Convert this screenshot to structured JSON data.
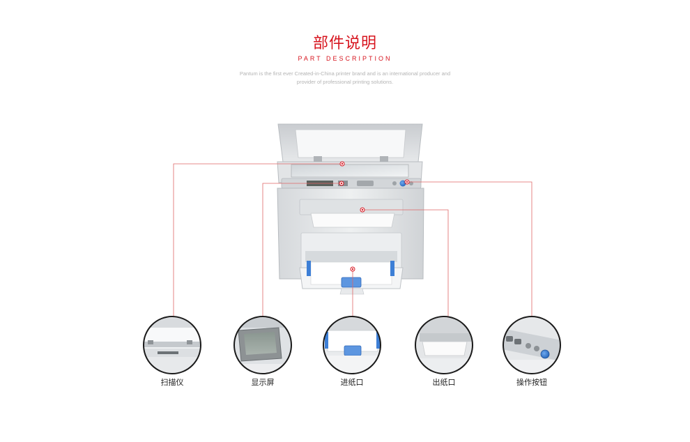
{
  "header": {
    "title_cn": "部件说明",
    "title_en": "PART DESCRIPTION",
    "description_line1": "Pantum is the first ever Created-in-China printer brand and is an international producer and",
    "description_line2": "provider of professional printing solutions."
  },
  "parts": [
    {
      "id": "scanner",
      "label": "扫描仪",
      "icon": "scanner-closeup"
    },
    {
      "id": "display",
      "label": "显示屏",
      "icon": "lcd-display-closeup"
    },
    {
      "id": "paper-input",
      "label": "进纸口",
      "icon": "paper-tray-closeup"
    },
    {
      "id": "paper-output",
      "label": "出纸口",
      "icon": "output-slot-closeup"
    },
    {
      "id": "buttons",
      "label": "操作按钮",
      "icon": "control-buttons-closeup"
    }
  ],
  "colors": {
    "accent": "#d7141e",
    "leader_line": "#e06666",
    "printer_body": "#e4e6e8",
    "tray_blue": "#3d7fd6"
  }
}
